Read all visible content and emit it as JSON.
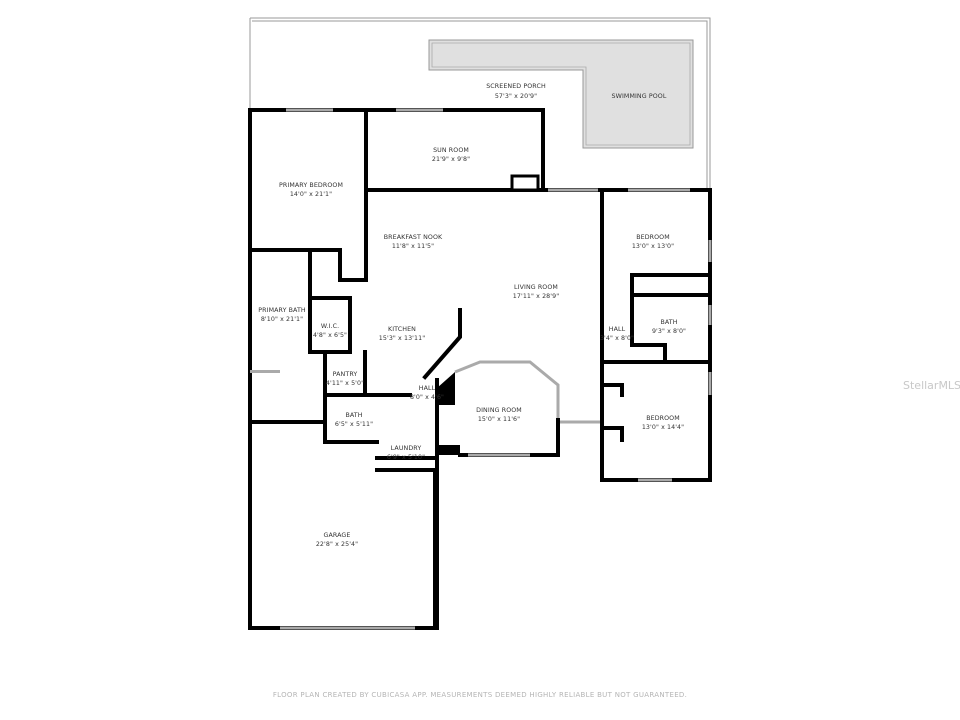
{
  "rooms": {
    "screened_porch": {
      "name": "SCREENED PORCH",
      "size": "57'3\" x 20'9\""
    },
    "swimming_pool": {
      "name": "SWIMMING POOL"
    },
    "sun_room": {
      "name": "SUN ROOM",
      "size": "21'9\" x 9'8\""
    },
    "primary_bedroom": {
      "name": "PRIMARY BEDROOM",
      "size": "14'0\" x 21'1\""
    },
    "breakfast_nook": {
      "name": "BREAKFAST NOOK",
      "size": "11'8\" x 11'5\""
    },
    "living_room": {
      "name": "LIVING ROOM",
      "size": "17'11\" x 28'9\""
    },
    "bedroom_1": {
      "name": "BEDROOM",
      "size": "13'0\" x 13'0\""
    },
    "primary_bath": {
      "name": "PRIMARY BATH",
      "size": "8'10\" x 21'1\""
    },
    "wic": {
      "name": "W.I.C.",
      "size": "4'8\" x 6'5\""
    },
    "kitchen": {
      "name": "KITCHEN",
      "size": "15'3\" x 13'11\""
    },
    "hall_1": {
      "name": "HALL",
      "size": "3'4\" x 8'0\""
    },
    "bath_1": {
      "name": "BATH",
      "size": "9'3\" x 8'0\""
    },
    "pantry": {
      "name": "PANTRY",
      "size": "4'11\" x 5'0\""
    },
    "hall_2": {
      "name": "HALL",
      "size": "8'0\" x 4'6\""
    },
    "bedroom_2": {
      "name": "BEDROOM",
      "size": "13'0\" x 14'4\""
    },
    "bath_2": {
      "name": "BATH",
      "size": "6'5\" x 5'11\""
    },
    "dining_room": {
      "name": "DINING ROOM",
      "size": "15'0\" x 11'6\""
    },
    "laundry": {
      "name": "LAUNDRY",
      "size": "6'9\" x 5'10\""
    },
    "garage": {
      "name": "GARAGE",
      "size": "22'8\" x 25'4\""
    }
  },
  "footer": "FLOOR PLAN CREATED BY CUBICASA APP. MEASUREMENTS DEEMED HIGHLY RELIABLE BUT NOT GUARANTEED.",
  "watermark": "StellarMLS",
  "colors": {
    "wall": "#000000",
    "pool": "#e0e0e0",
    "window": "#aaaaaa"
  }
}
